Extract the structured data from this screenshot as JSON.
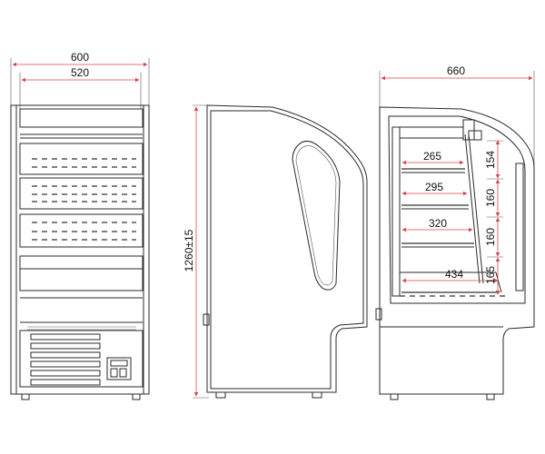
{
  "dimensions": {
    "front_total_width": "600",
    "front_inner_width": "520",
    "height": "1260±15",
    "side_depth": "660",
    "shelf_1_depth": "265",
    "shelf_2_depth": "295",
    "shelf_3_depth": "320",
    "shelf_4_depth": "434",
    "spacing_1": "154",
    "spacing_2": "160",
    "spacing_3": "160",
    "spacing_4": "165"
  },
  "colors": {
    "dimension_line": "#d9484f",
    "outline": "#2a2a2a"
  }
}
